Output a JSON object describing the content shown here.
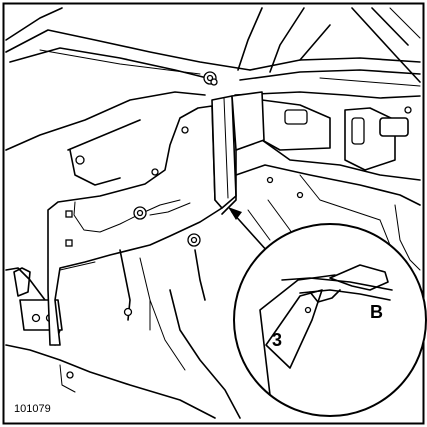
{
  "figure": {
    "reference": "101079",
    "callouts": {
      "b": "B",
      "three": "3"
    }
  }
}
